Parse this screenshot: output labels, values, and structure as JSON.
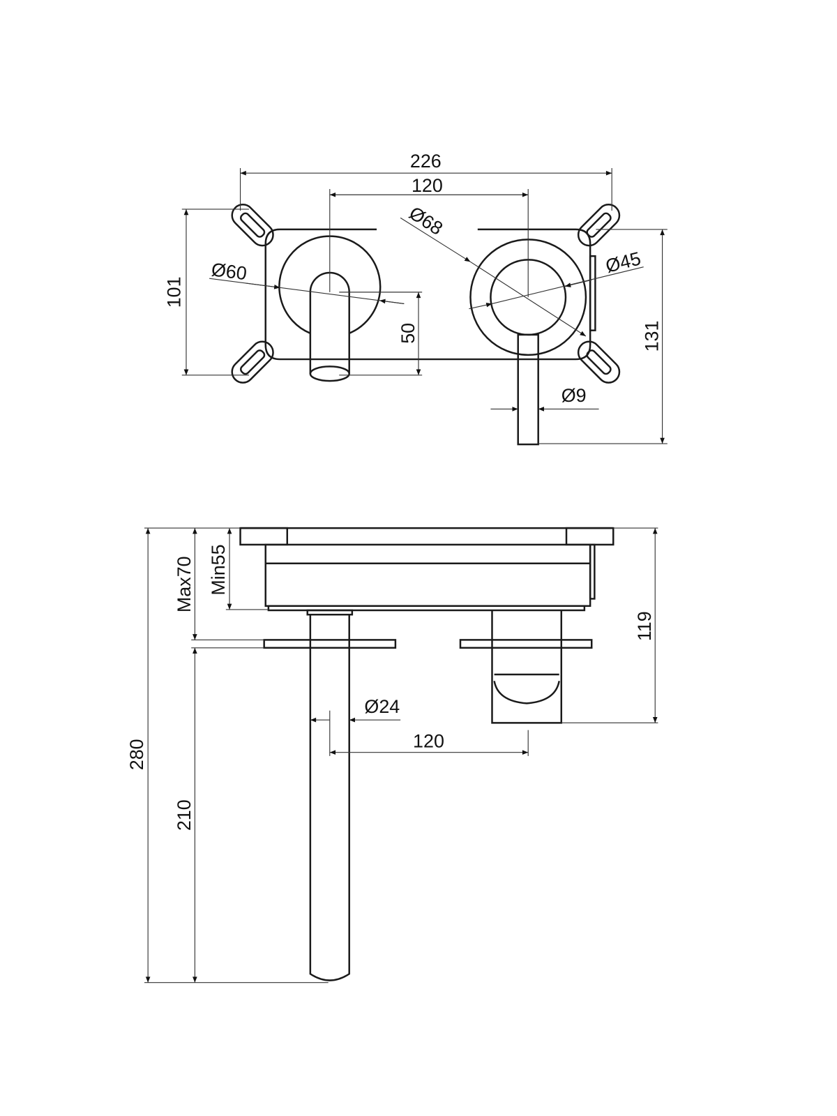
{
  "title": "Wall-mounted basin mixer technical drawing",
  "top_view": {
    "dim_overall_width": "226",
    "dim_centers": "120",
    "dim_plate_height": "101",
    "dim_total_height": "131",
    "dim_spout_offset": "50",
    "dim_escutcheon_left": "Ø60",
    "dim_escutcheon_right": "Ø68",
    "dim_handle_base": "Ø45",
    "dim_lever": "Ø9"
  },
  "side_view": {
    "dim_total_depth": "280",
    "dim_max_wall": "Max70",
    "dim_min_wall": "Min55",
    "dim_spout_length": "210",
    "dim_handle_depth": "119",
    "dim_spout_diameter": "Ø24",
    "dim_centers": "120"
  }
}
